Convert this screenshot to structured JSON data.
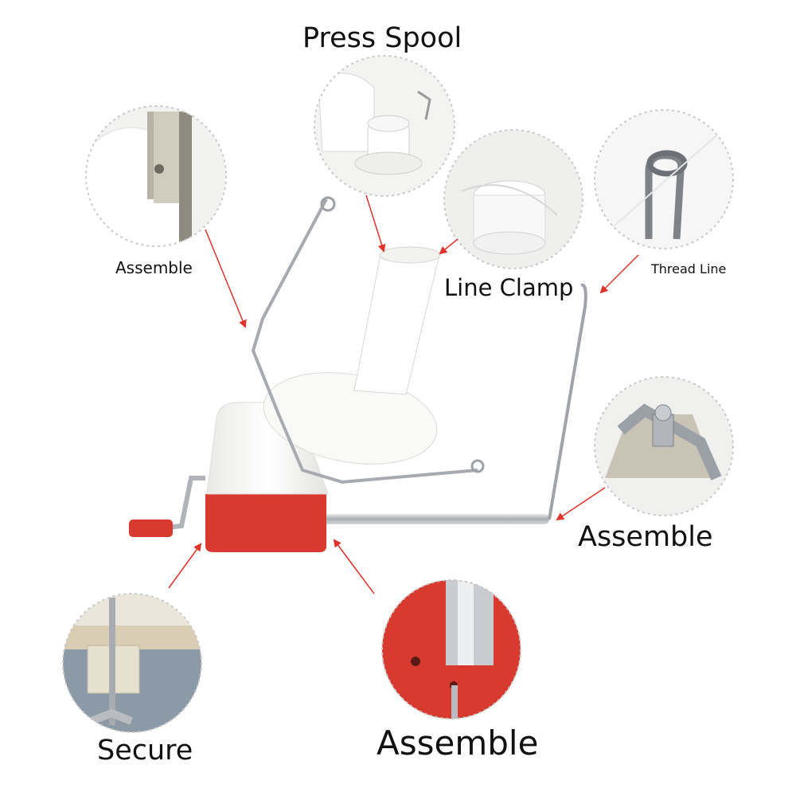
{
  "labels": {
    "press_spool": "Press Spool",
    "assemble_top_left": "Assemble",
    "line_clamp": "Line Clamp",
    "thread_line": "Thread Line",
    "assemble_right": "Assemble",
    "secure": "Secure",
    "assemble_bottom": "Assemble"
  },
  "colors": {
    "accent_red": "#d93a2f",
    "arrow_red": "#e0332a",
    "plastic_white": "#f7f7f5",
    "metal": "#b9bcc0",
    "circle_border": "#c9c9c9"
  }
}
